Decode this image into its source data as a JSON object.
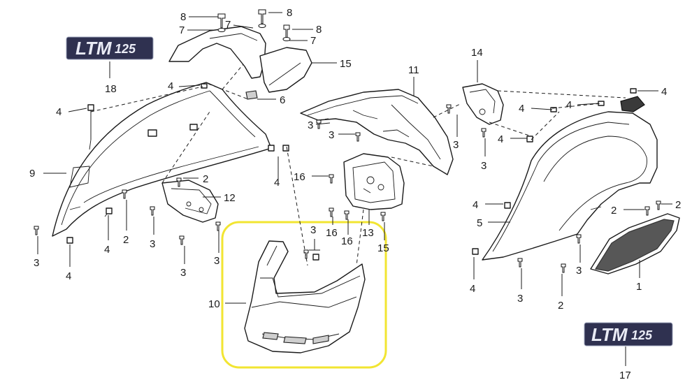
{
  "diagram": {
    "logo": {
      "text": "LTM",
      "number": "125"
    },
    "callouts": {
      "c1": "1",
      "c2": "2",
      "c3": "3",
      "c4": "4",
      "c5": "5",
      "c6": "6",
      "c7": "7",
      "c8": "8",
      "c9": "9",
      "c10": "10",
      "c11": "11",
      "c12": "12",
      "c13": "13",
      "c14": "14",
      "c15": "15",
      "c16": "16",
      "c17": "17",
      "c18": "18"
    },
    "highlight_color": "#f2e532"
  }
}
